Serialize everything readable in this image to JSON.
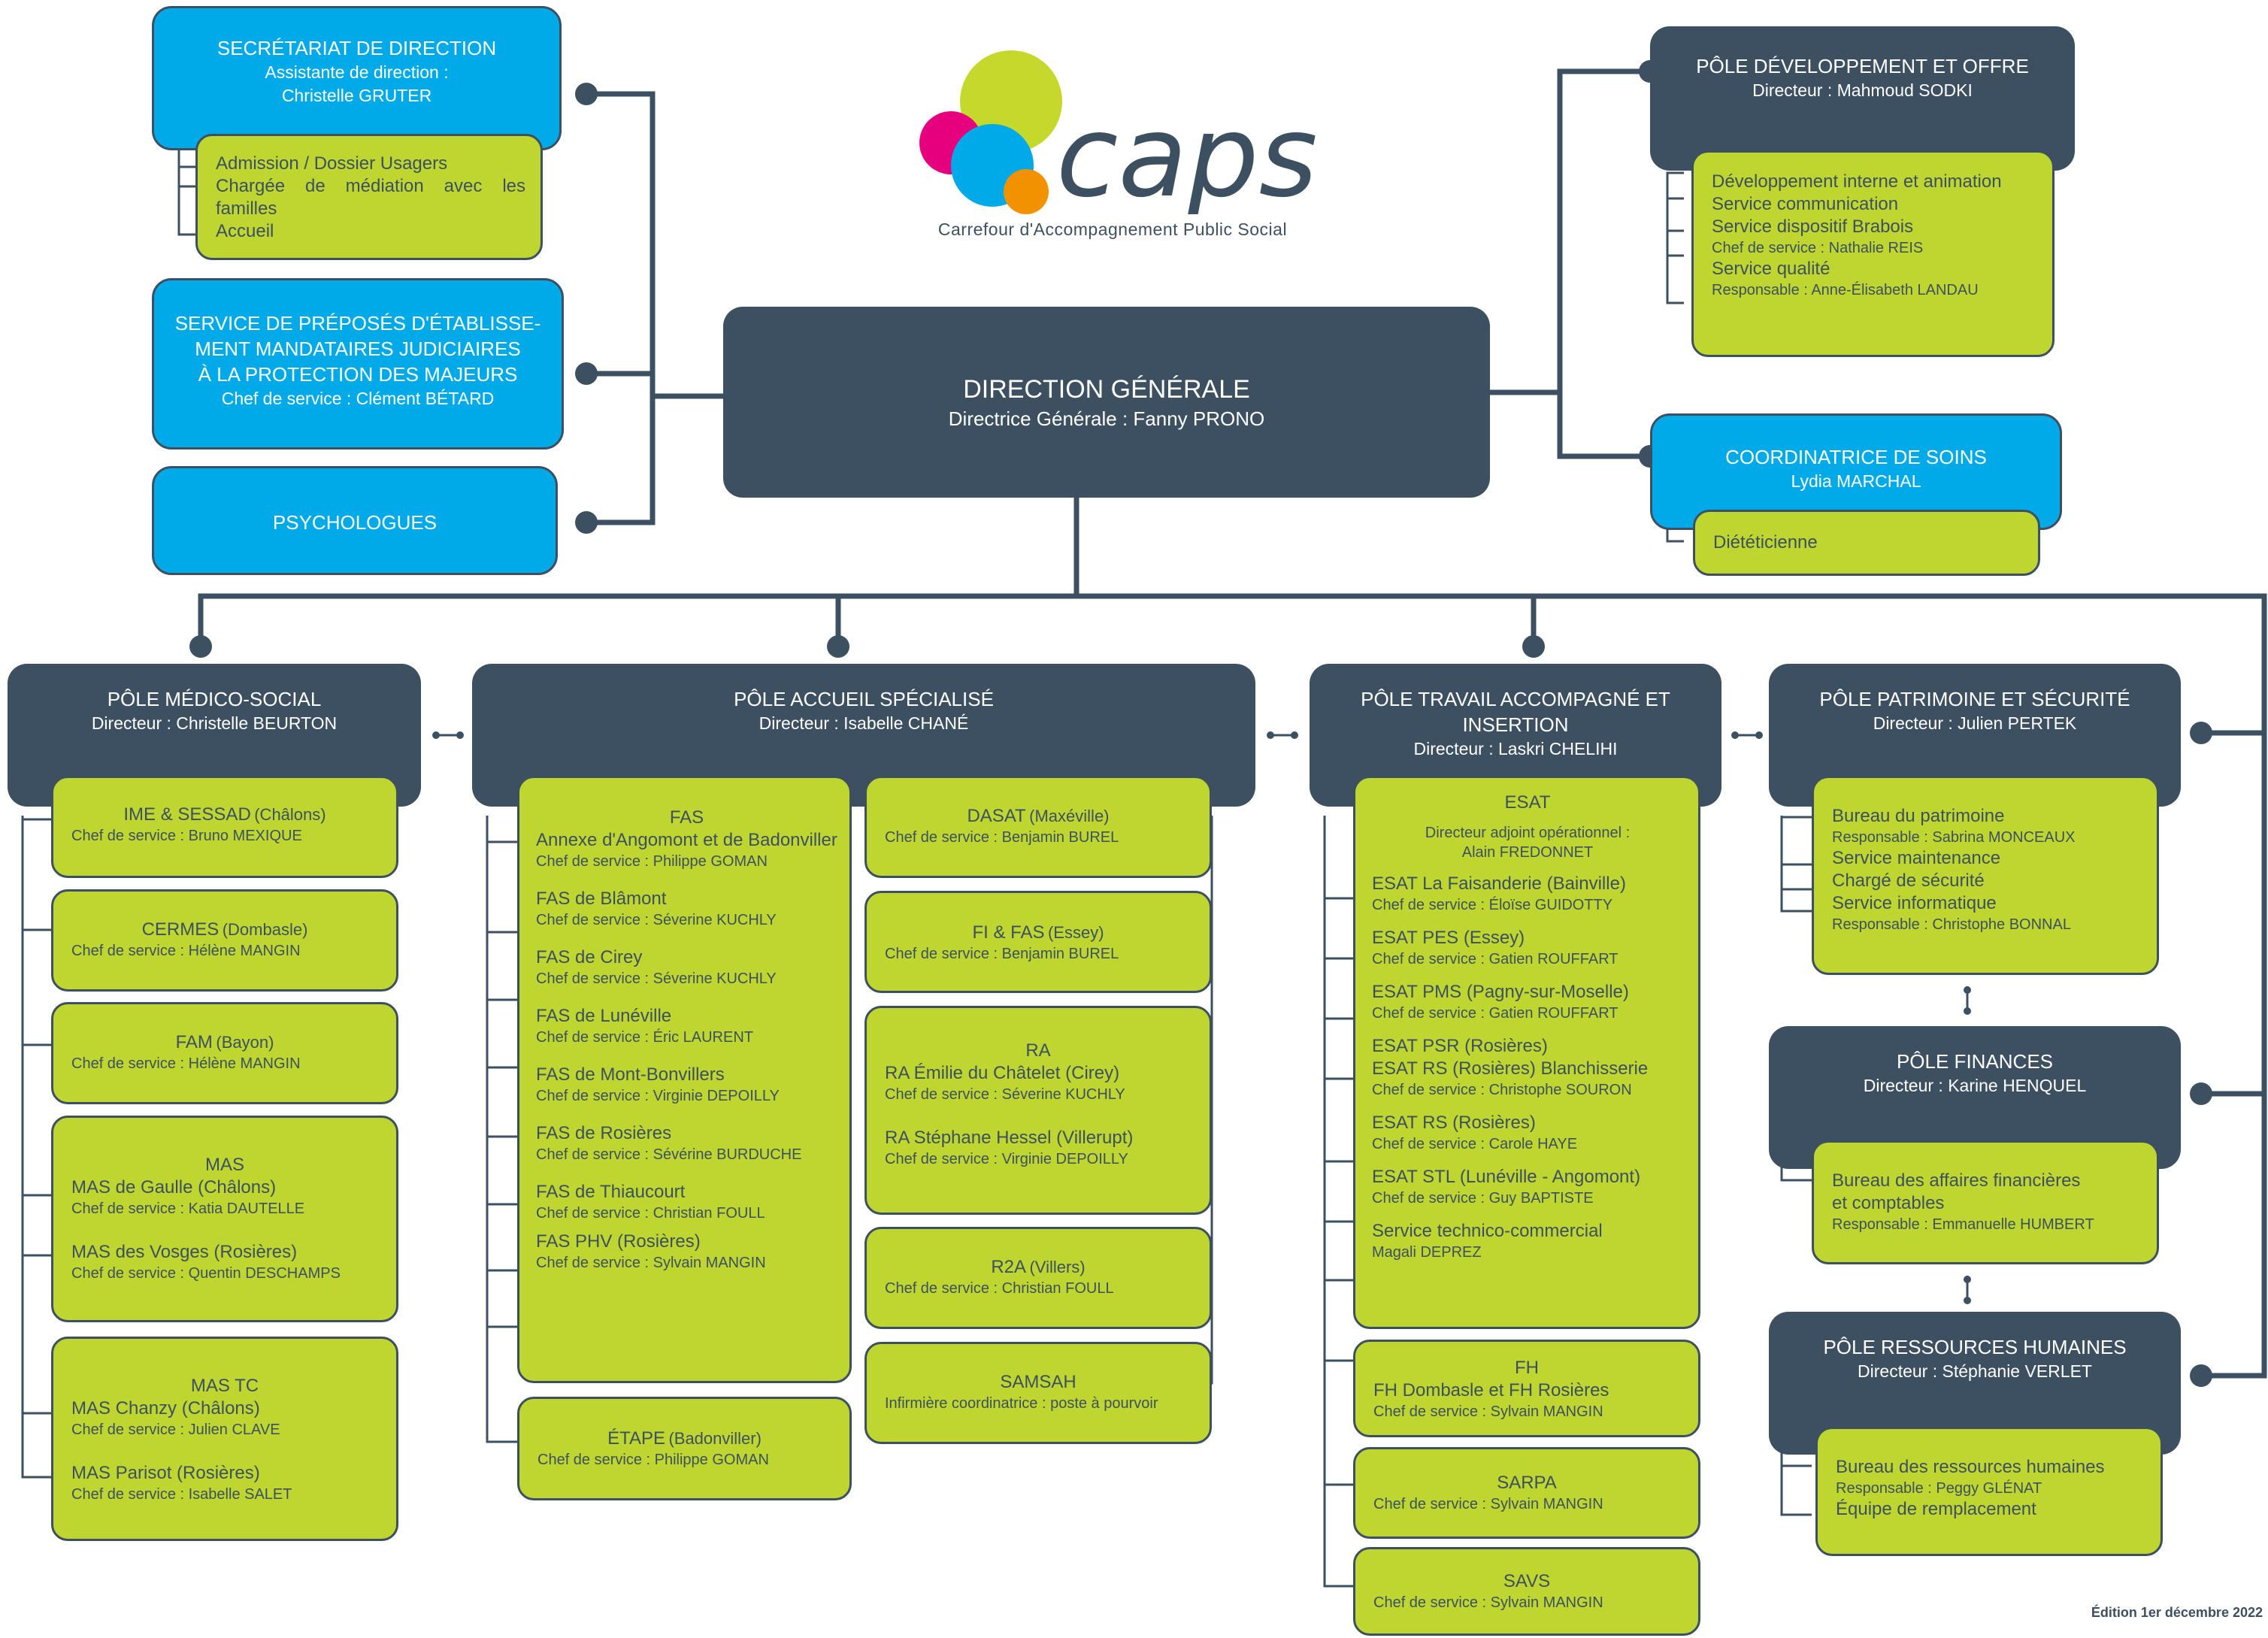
{
  "logo": {
    "word": "caps",
    "tagline": "Carrefour d'Accompagnement Public Social"
  },
  "edition": "Édition 1er décembre 2022",
  "direction": {
    "title": "DIRECTION GÉNÉRALE",
    "sub": "Directrice Générale : Fanny PRONO"
  },
  "secretariat": {
    "title": "SECRÉTARIAT DE DIRECTION",
    "line1": "Assistante de direction :",
    "line2": "Christelle GRUTER",
    "items": [
      "Admission / Dossier Usagers",
      "Chargée de médiation avec les familles",
      "Accueil"
    ]
  },
  "preposes": {
    "l1": "SERVICE DE PRÉPOSÉS D'ÉTABLISSE-",
    "l2": "MENT MANDATAIRES JUDICIAIRES",
    "l3": "À LA PROTECTION DES MAJEURS",
    "sub": "Chef de service : Clément BÉTARD"
  },
  "psychologues": {
    "title": "PSYCHOLOGUES"
  },
  "developpement": {
    "title": "PÔLE DÉVELOPPEMENT ET OFFRE",
    "sub": "Directeur : Mahmoud SODKI",
    "items": [
      "Développement interne et animation",
      "Service communication",
      "Service dispositif Brabois",
      "Chef de service : Nathalie REIS",
      "Service qualité",
      "Responsable : Anne-Élisabeth LANDAU"
    ]
  },
  "soins": {
    "title": "COORDINATRICE DE SOINS",
    "sub": "Lydia MARCHAL",
    "item": "Diététicienne"
  },
  "medico": {
    "title": "PÔLE MÉDICO-SOCIAL",
    "sub": "Directeur : Christelle BEURTON",
    "ime": {
      "name": "IME & SESSAD",
      "place": "(Châlons)",
      "chef": "Chef de service : Bruno MEXIQUE"
    },
    "cermes": {
      "name": "CERMES",
      "place": "(Dombasle)",
      "chef": "Chef de service : Hélène MANGIN"
    },
    "fam": {
      "name": "FAM",
      "place": "(Bayon)",
      "chef": "Chef de service : Hélène MANGIN"
    },
    "mas": {
      "title": "MAS",
      "e1": "MAS de Gaulle (Châlons)",
      "c1": "Chef de service : Katia DAUTELLE",
      "e2": "MAS des Vosges (Rosières)",
      "c2": "Chef de service : Quentin DESCHAMPS"
    },
    "mastc": {
      "title": "MAS TC",
      "e1": "MAS Chanzy (Châlons)",
      "c1": "Chef de service : Julien CLAVE",
      "e2": "MAS Parisot (Rosières)",
      "c2": "Chef de service : Isabelle SALET"
    }
  },
  "accueil": {
    "title": "PÔLE ACCUEIL SPÉCIALISÉ",
    "sub": "Directeur : Isabelle CHANÉ",
    "fas": {
      "title": "FAS",
      "entries": [
        {
          "name": "Annexe d'Angomont et de Badonviller",
          "chef": "Chef de service : Philippe GOMAN"
        },
        {
          "name": "FAS de Blâmont",
          "chef": "Chef de service : Séverine KUCHLY"
        },
        {
          "name": "FAS de Cirey",
          "chef": "Chef de service : Séverine KUCHLY"
        },
        {
          "name": "FAS de Lunéville",
          "chef": "Chef de service : Éric LAURENT"
        },
        {
          "name": "FAS de Mont-Bonvillers",
          "chef": "Chef de service : Virginie DEPOILLY"
        },
        {
          "name": "FAS de Rosières",
          "chef": "Chef de service : Sévérine BURDUCHE"
        },
        {
          "name": "FAS de Thiaucourt",
          "chef": "Chef de service : Christian FOULL"
        },
        {
          "name": "FAS PHV (Rosières)",
          "chef": "Chef de service : Sylvain MANGIN"
        }
      ]
    },
    "etape": {
      "name": "ÉTAPE",
      "place": "(Badonviller)",
      "chef": "Chef de service : Philippe GOMAN"
    },
    "dasat": {
      "name": "DASAT",
      "place": "(Maxéville)",
      "chef": "Chef de service : Benjamin BUREL"
    },
    "fifas": {
      "name": "FI & FAS",
      "place": "(Essey)",
      "chef": "Chef de service : Benjamin BUREL"
    },
    "ra": {
      "title": "RA",
      "e1": "RA Émilie du Châtelet (Cirey)",
      "c1": "Chef de service : Séverine KUCHLY",
      "e2": "RA Stéphane Hessel (Villerupt)",
      "c2": "Chef de service : Virginie DEPOILLY"
    },
    "r2a": {
      "name": "R2A",
      "place": "(Villers)",
      "chef": "Chef de service : Christian FOULL"
    },
    "samsah": {
      "name": "SAMSAH",
      "chef": "Infirmière coordinatrice : poste à pourvoir"
    }
  },
  "travail": {
    "title": "PÔLE TRAVAIL ACCOMPAGNÉ ET INSERTION",
    "sub": "Directeur : Laskri CHELIHI",
    "esat": {
      "title": "ESAT",
      "adj1": "Directeur adjoint opérationnel :",
      "adj2": "Alain FREDONNET",
      "entries": [
        {
          "name": "ESAT La Faisanderie (Bainville)",
          "chef": "Chef de service : Éloïse GUIDOTTY"
        },
        {
          "name": "ESAT PES (Essey)",
          "chef": "Chef de service : Gatien ROUFFART"
        },
        {
          "name": "ESAT PMS (Pagny-sur-Moselle)",
          "chef": "Chef de service : Gatien ROUFFART"
        },
        {
          "name": "ESAT PSR (Rosières)",
          "name2": "ESAT RS (Rosières) Blanchisserie",
          "chef": "Chef de service : Christophe SOURON"
        },
        {
          "name": "ESAT RS (Rosières)",
          "chef": "Chef de service : Carole HAYE"
        },
        {
          "name": "ESAT STL (Lunéville - Angomont)",
          "chef": "Chef de service : Guy BAPTISTE"
        },
        {
          "name": "Service technico-commercial",
          "chef": "Magali DEPREZ"
        }
      ]
    },
    "fh": {
      "title": "FH",
      "e1": "FH Dombasle et FH Rosières",
      "c1": "Chef de service : Sylvain MANGIN"
    },
    "sarpa": {
      "title": "SARPA",
      "chef": "Chef de service : Sylvain MANGIN"
    },
    "savs": {
      "title": "SAVS",
      "chef": "Chef de service : Sylvain MANGIN"
    }
  },
  "patrimoine": {
    "title": "PÔLE PATRIMOINE ET SÉCURITÉ",
    "sub": "Directeur : Julien PERTEK",
    "items": [
      "Bureau du patrimoine",
      "Responsable : Sabrina MONCEAUX",
      "Service maintenance",
      "Chargé de sécurité",
      "Service informatique",
      "Responsable : Christophe BONNAL"
    ]
  },
  "finances": {
    "title": "PÔLE FINANCES",
    "sub": "Directeur : Karine HENQUEL",
    "items": [
      "Bureau des affaires financières",
      "et comptables",
      "Responsable : Emmanuelle HUMBERT"
    ]
  },
  "rh": {
    "title": "PÔLE RESSOURCES HUMAINES",
    "sub": "Directeur : Stéphanie VERLET",
    "items": [
      "Bureau des ressources humaines",
      "Responsable : Peggy GLÉNAT",
      "Équipe de remplacement"
    ]
  }
}
